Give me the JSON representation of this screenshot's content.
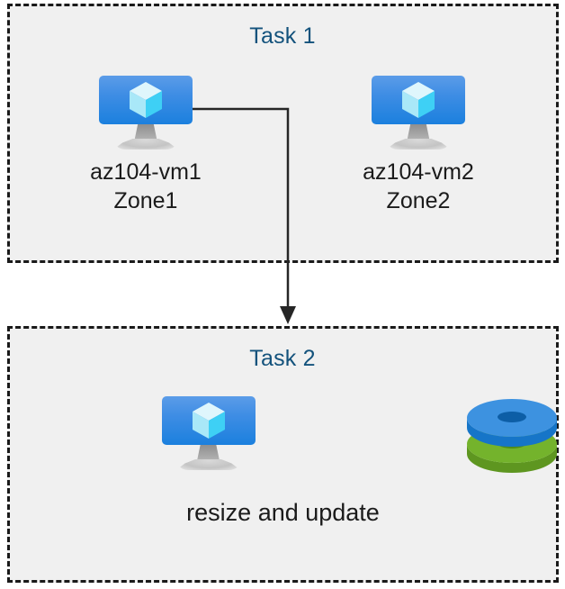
{
  "diagram": {
    "title_color": "#13527c",
    "background_color": "#ffffff",
    "panel_fill": "#f0f0f0",
    "panel_border_color": "#1a1a1a",
    "connector_color": "#262626",
    "groups": [
      {
        "id": "task1",
        "title": "Task 1",
        "nodes": [
          {
            "id": "vm1",
            "icon": "virtual-machine-icon",
            "name": "az104-vm1",
            "zone": "Zone1",
            "label": "az104-vm1\nZone1"
          },
          {
            "id": "vm2",
            "icon": "virtual-machine-icon",
            "name": "az104-vm2",
            "zone": "Zone2",
            "label": "az104-vm2\nZone2"
          }
        ]
      },
      {
        "id": "task2",
        "title": "Task 2",
        "caption": "resize and update",
        "icons": [
          {
            "id": "vm3",
            "icon": "virtual-machine-icon"
          },
          {
            "id": "disks",
            "icon": "disks-icon"
          }
        ]
      }
    ],
    "connector": {
      "from": "az104-vm1",
      "to": "Task 2",
      "style": "elbow-arrow",
      "arrowhead": "down"
    },
    "icon_colors": {
      "vm_screen_top": "#5b9ce8",
      "vm_screen_bottom": "#1b80de",
      "vm_cube_light": "#d6f3fb",
      "vm_cube_mid": "#9fe4f7",
      "vm_cube_bright": "#32cdf4",
      "vm_stand_gray": "#b9b9b9",
      "disk_blue_top": "#3d92e0",
      "disk_blue_side": "#1675c8",
      "disk_blue_hole": "#0d5ea6",
      "disk_green_top": "#74b32c",
      "disk_green_side": "#5e9620",
      "disk_green_hole": "#4f8c18"
    }
  }
}
